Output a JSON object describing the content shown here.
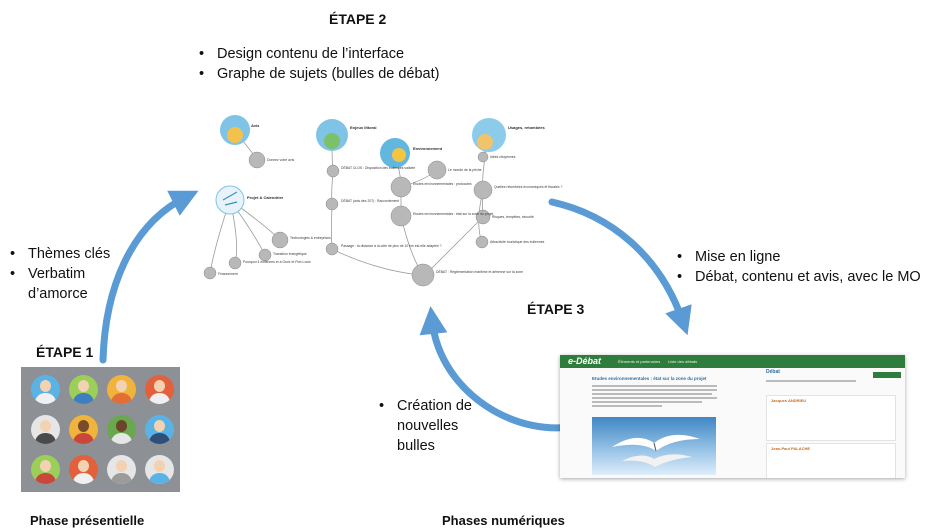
{
  "steps": {
    "step2": {
      "label": "ÉTAPE 2",
      "bullets": [
        "Design contenu de l’interface",
        "Graphe de sujets (bulles de débat)"
      ]
    },
    "step1": {
      "label": "ÉTAPE 1",
      "bullets": [
        "Thèmes clés",
        "Verbatim d’amorce"
      ]
    },
    "step3": {
      "label": "ÉTAPE 3",
      "bullets": [
        "Mise en ligne",
        "Débat, contenu et avis, avec le MO"
      ]
    },
    "loop": {
      "bullets": [
        "Création de nouvelles bulles"
      ]
    }
  },
  "phases": {
    "presential": "Phase présentielle",
    "digital": "Phases numériques"
  },
  "graph": {
    "hubs": [
      "Avis",
      "Projet & Calendrier",
      "Enjeux littoral",
      "Environnement",
      "Usages, retombées"
    ],
    "topics": [
      "Donnez votre avis",
      "Technologies & entreprises",
      "Transition énergétique",
      "Pourquoi 4 éoliennes et à Groix et Port-Louis",
      "Financement",
      "DÉBAT CLOS : Disposition des éoliennes validée",
      "DÉBAT (avis des 207) : Raccordement",
      "Passage : la distance à la côte de plus de 10 km est-elle adaptée ?",
      "Etudes environnementales : protocoles",
      "Etudes environnementales : état sur la zone du projet",
      "Le monde de la pêche",
      "Idées citoyennes",
      "Quelles retombées économiques et fiscales ?",
      "Risques, tempêtes, sécurité",
      "Attractivité touristique des éoliennes",
      "DÉBAT : Réglementation maritime et aérienne sur la zone"
    ]
  },
  "website": {
    "logo": "e-Débat",
    "nav_links": [
      "Éléments et partenaires",
      "Liste des débats"
    ],
    "article_title": "Etudes environnementales : état sur la zone du projet",
    "panel_title": "Débat",
    "commenters": [
      "Jacques ANDRIEU",
      "Jean-Paul PALACHE"
    ]
  },
  "colors": {
    "arrow": "#5a9bd5",
    "graph_line": "#9b9b9b",
    "node_fill": "#b8b8b8",
    "site_nav": "#2f7d3c"
  }
}
